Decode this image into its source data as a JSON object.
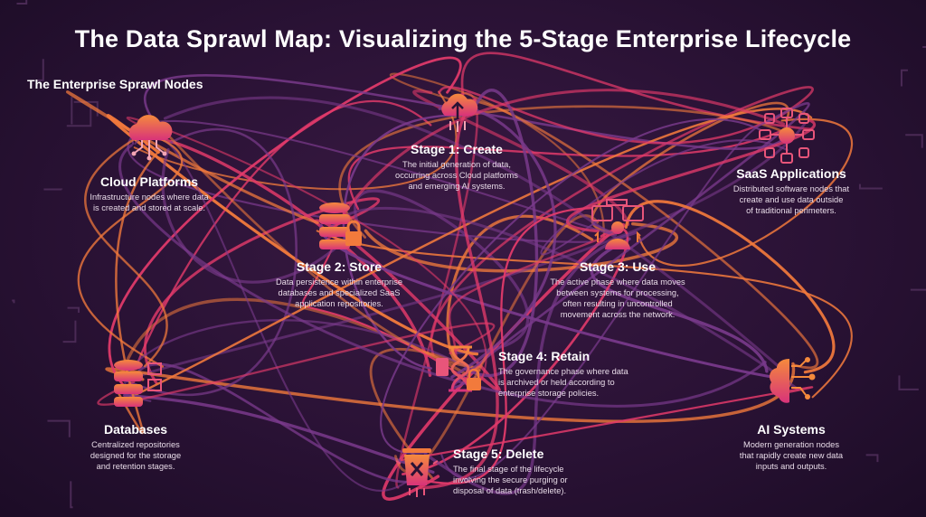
{
  "title": "The Data Sprawl Map: Visualizing the 5-Stage Enterprise Lifecycle",
  "subtitle": "The Enterprise Sprawl Nodes",
  "colors": {
    "orange": "#f27a3c",
    "pink": "#e23a6a",
    "purple": "#7a3a8c",
    "background": "#2a1235"
  },
  "nodes": {
    "cloud": {
      "title": "Cloud Platforms",
      "lines": [
        "Infrastructure nodes where data",
        "is created and stored at scale."
      ],
      "icon": "cloud-network-icon"
    },
    "stage1": {
      "title": "Stage 1: Create",
      "lines": [
        "The initial generation of data,",
        "occurring across Cloud platforms",
        "and emerging AI systems."
      ],
      "icon": "cloud-upload-icon"
    },
    "saas": {
      "title": "SaaS Applications",
      "lines": [
        "Distributed software nodes that",
        "create and use data outside",
        "of traditional perimeters."
      ],
      "icon": "saas-hub-icon"
    },
    "stage2": {
      "title": "Stage 2: Store",
      "lines": [
        "Data persistence within enterprise",
        "databases and specialized SaaS",
        "application repositories."
      ],
      "icon": "database-lock-icon"
    },
    "stage3": {
      "title": "Stage 3: Use",
      "lines": [
        "The active phase where data moves",
        "between systems for processing,",
        "often resulting in uncontrolled",
        "movement across the network."
      ],
      "icon": "user-share-icon"
    },
    "stage4": {
      "title": "Stage 4: Retain",
      "lines": [
        "The governance phase where data",
        "is archived or held according to",
        "enterprise storage policies."
      ],
      "icon": "hourglass-lock-icon"
    },
    "databases": {
      "title": "Databases",
      "lines": [
        "Centralized repositories",
        "designed for the storage",
        "and retention stages."
      ],
      "icon": "database-icon"
    },
    "ai": {
      "title": "AI Systems",
      "lines": [
        "Modern generation nodes",
        "that rapidly create new data",
        "inputs and outputs."
      ],
      "icon": "brain-circuit-icon"
    },
    "stage5": {
      "title": "Stage 5: Delete",
      "lines": [
        "The final stage of the lifecycle",
        "involving the secure purging or",
        "disposal of data (trash/delete)."
      ],
      "icon": "trash-delete-icon"
    }
  }
}
